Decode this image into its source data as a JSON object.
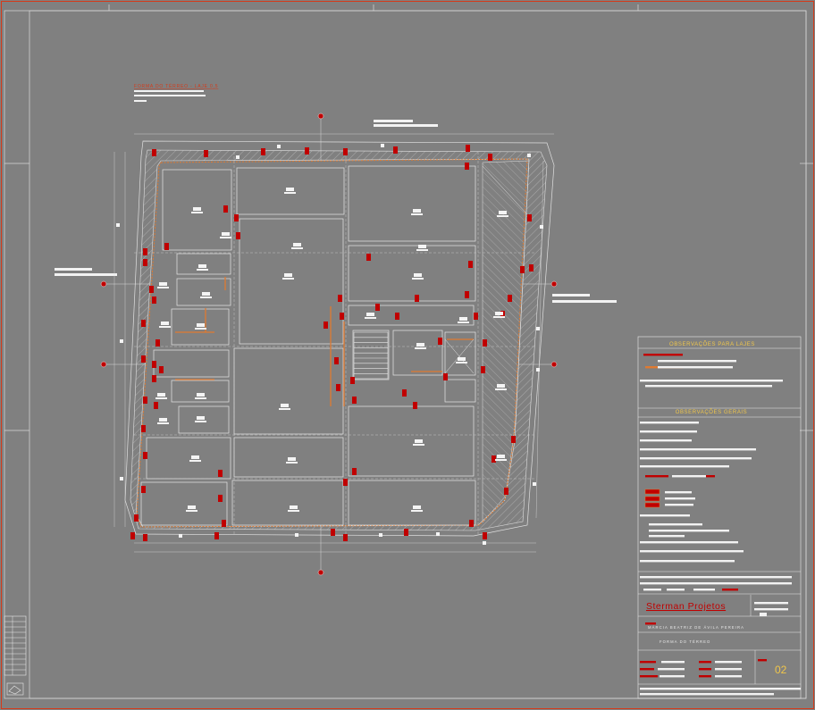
{
  "drawing": {
    "plan_title": "FORMA DO TÉRREO - LAJE 0,5",
    "notes_slabs_title": "OBSERVAÇÕES PARA LAJES",
    "notes_general_title": "OBSERVAÇÕES GERAIS",
    "company": "Sterman Projetos",
    "client": "MÁRCIA BEATRIZ DE ÁVILA PEREIRA",
    "sheet_subject": "FORMA DO TÉRREO",
    "sheet_number": "02"
  },
  "colors": {
    "background": "#808080",
    "linework": "#d9d9d9",
    "accent_red": "#c00000",
    "accent_orange": "#e07a30",
    "note_yellow": "#f0c64a"
  }
}
